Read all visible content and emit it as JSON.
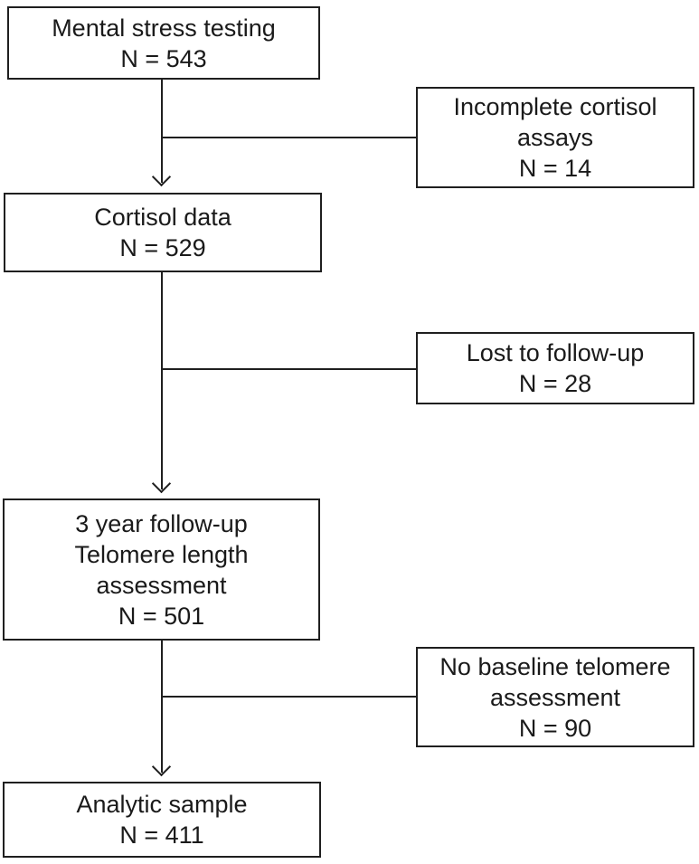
{
  "theme": {
    "bg_color": "#ffffff",
    "line_color": "#1f1f1f",
    "text_color": "#1a1a1a"
  },
  "diagram": {
    "type": "participant-flow-chart",
    "main_boxes": [
      {
        "id": "mental-stress-testing",
        "lines": [
          "Mental stress testing",
          "N = 543"
        ]
      },
      {
        "id": "cortisol-data",
        "lines": [
          "Cortisol data",
          "N = 529"
        ]
      },
      {
        "id": "telomere-length-assessment",
        "lines": [
          "3 year follow-up",
          "Telomere length",
          "assessment",
          "N = 501"
        ]
      },
      {
        "id": "analytic-sample",
        "lines": [
          "Analytic sample",
          "N = 411"
        ]
      }
    ],
    "exclusion_boxes": [
      {
        "id": "incomplete-cortisol-assays",
        "lines": [
          "Incomplete cortisol",
          "assays",
          "N = 14"
        ]
      },
      {
        "id": "lost-to-follow-up",
        "lines": [
          "Lost to follow-up",
          "N = 28"
        ]
      },
      {
        "id": "no-baseline-telomere-assessment",
        "lines": [
          "No baseline telomere",
          "assessment",
          "N = 90"
        ]
      }
    ],
    "edges": [
      {
        "from": "mental-stress-testing",
        "to": "cortisol-data",
        "exclusion_branch": "incomplete-cortisol-assays"
      },
      {
        "from": "cortisol-data",
        "to": "telomere-length-assessment",
        "exclusion_branch": "lost-to-follow-up"
      },
      {
        "from": "telomere-length-assessment",
        "to": "analytic-sample",
        "exclusion_branch": "no-baseline-telomere-assessment"
      }
    ]
  }
}
